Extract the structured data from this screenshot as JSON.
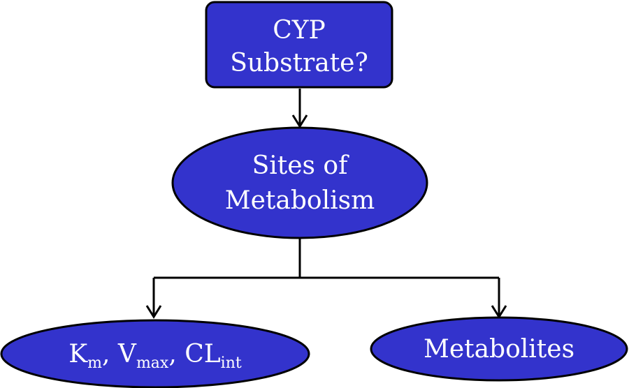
{
  "colors": {
    "node_fill": "#3333cc",
    "node_stroke": "#000000",
    "node_text": "#ffffff",
    "connector": "#000000",
    "background": "#ffffff"
  },
  "nodes": {
    "cyp_substrate": {
      "shape": "rounded-rectangle",
      "line1": "CYP",
      "line2": "Substrate?"
    },
    "sites_of_metabolism": {
      "shape": "ellipse",
      "line1": "Sites of",
      "line2": "Metabolism"
    },
    "kinetics": {
      "shape": "ellipse",
      "k": "K",
      "k_sub": "m",
      "sep1": ", V",
      "v_sub": "max",
      "sep2": ", CL",
      "cl_sub": "int"
    },
    "metabolites": {
      "shape": "ellipse",
      "label": "Metabolites"
    }
  },
  "edges": [
    {
      "from": "cyp_substrate",
      "to": "sites_of_metabolism"
    },
    {
      "from": "sites_of_metabolism",
      "to": "kinetics"
    },
    {
      "from": "sites_of_metabolism",
      "to": "metabolites"
    }
  ]
}
